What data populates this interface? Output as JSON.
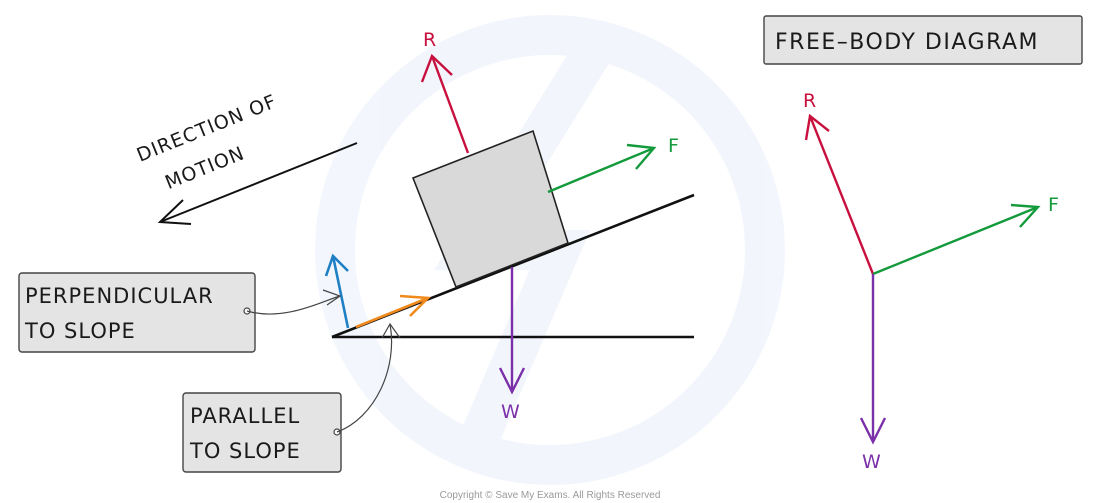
{
  "title": "FREE–BODY DIAGRAM",
  "direction_of_motion": [
    "DIRECTION OF",
    "MOTION"
  ],
  "callouts": {
    "perpendicular": [
      "PERPENDICULAR",
      "TO SLOPE"
    ],
    "parallel": [
      "PARALLEL",
      "TO SLOPE"
    ]
  },
  "forces": {
    "reaction": "R",
    "friction": "F",
    "weight": "W"
  },
  "colors": {
    "reaction": "#c8103e",
    "friction": "#139a3b",
    "weight": "#7b2fa8",
    "perpendicular": "#1f7fc4",
    "parallel": "#f08a1c",
    "block": "#d9d9d9"
  },
  "copyright": "Copyright © Save My Exams. All Rights Reserved"
}
